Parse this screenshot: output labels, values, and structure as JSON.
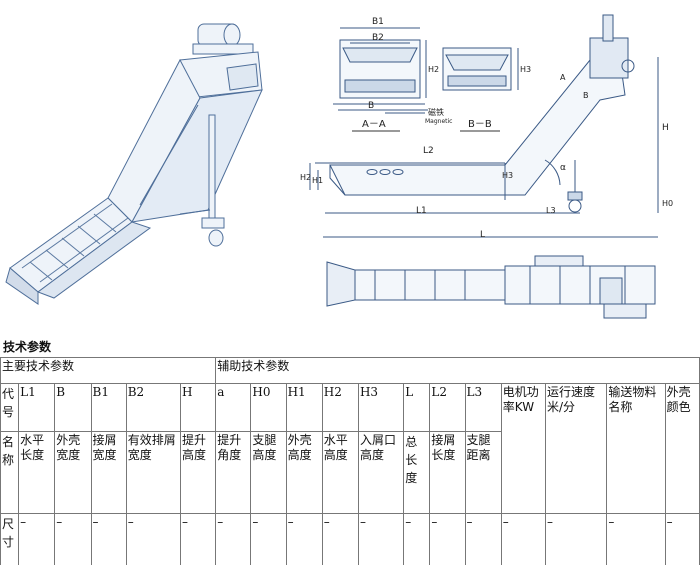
{
  "figure": {
    "section_labels": {
      "aa": "A－A",
      "bb": "B－B"
    },
    "magnet_label_cn": "磁铁",
    "magnet_label_en": "Magnetic",
    "dims": {
      "b1": "B1",
      "b2": "B2",
      "b": "B",
      "h2": "H2",
      "h3": "H3",
      "l": "L",
      "l1": "L1",
      "l2": "L2",
      "l3": "L3",
      "h": "H",
      "h0": "H0",
      "h1": "H1",
      "alpha": "α",
      "a": "A",
      "bmark": "B"
    }
  },
  "section_title": "技术参数",
  "table": {
    "group_main": "主要技术参数",
    "group_aux": "辅助技术参数",
    "row_code_label": "代号",
    "row_name_label": "名称",
    "row_size_label": "尺寸",
    "codes": [
      "L1",
      "B",
      "B1",
      "B2",
      "H",
      "a",
      "H0",
      "H1",
      "H2",
      "H3",
      "L",
      "L2",
      "L3"
    ],
    "names": [
      "水平长度",
      "外壳宽度",
      "接屑宽度",
      "有效排屑宽度",
      "提升高度",
      "提升角度",
      "支腿高度",
      "外壳高度",
      "水平高度",
      "入屑口高度",
      "总长度",
      "接屑长度",
      "支腿距离"
    ],
    "extra_headers": [
      "电机功率KW",
      "运行速度米/分",
      "输送物料名称",
      "外壳颜色"
    ],
    "dash": "–"
  }
}
